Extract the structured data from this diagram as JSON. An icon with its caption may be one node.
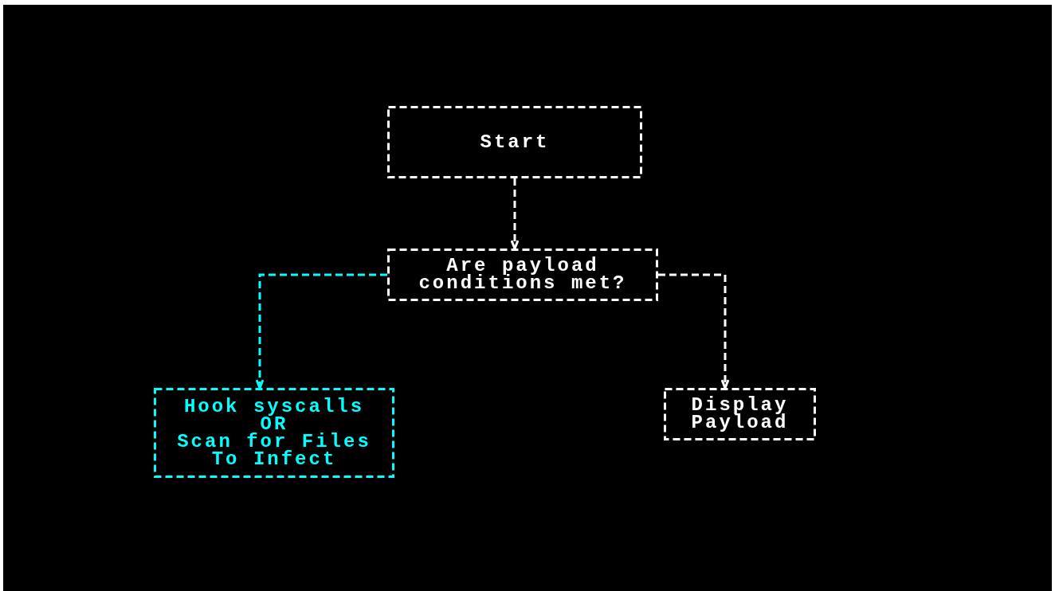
{
  "diagram": {
    "nodes": [
      {
        "text": [
          "Start"
        ]
      },
      {
        "text": [
          "Are payload conditions met?"
        ]
      },
      {
        "text": [
          "Hook syscalls",
          "OR",
          "Scan for Files To Infect"
        ]
      },
      {
        "text": [
          "Display Payload"
        ]
      }
    ],
    "edges": [
      {
        "from": 0,
        "to": 1,
        "arrow": "to"
      },
      {
        "from": 1,
        "to": 2,
        "arrow": "to",
        "color": "#00ffff"
      },
      {
        "from": 1,
        "to": 3,
        "arrow": "to"
      }
    ]
  }
}
